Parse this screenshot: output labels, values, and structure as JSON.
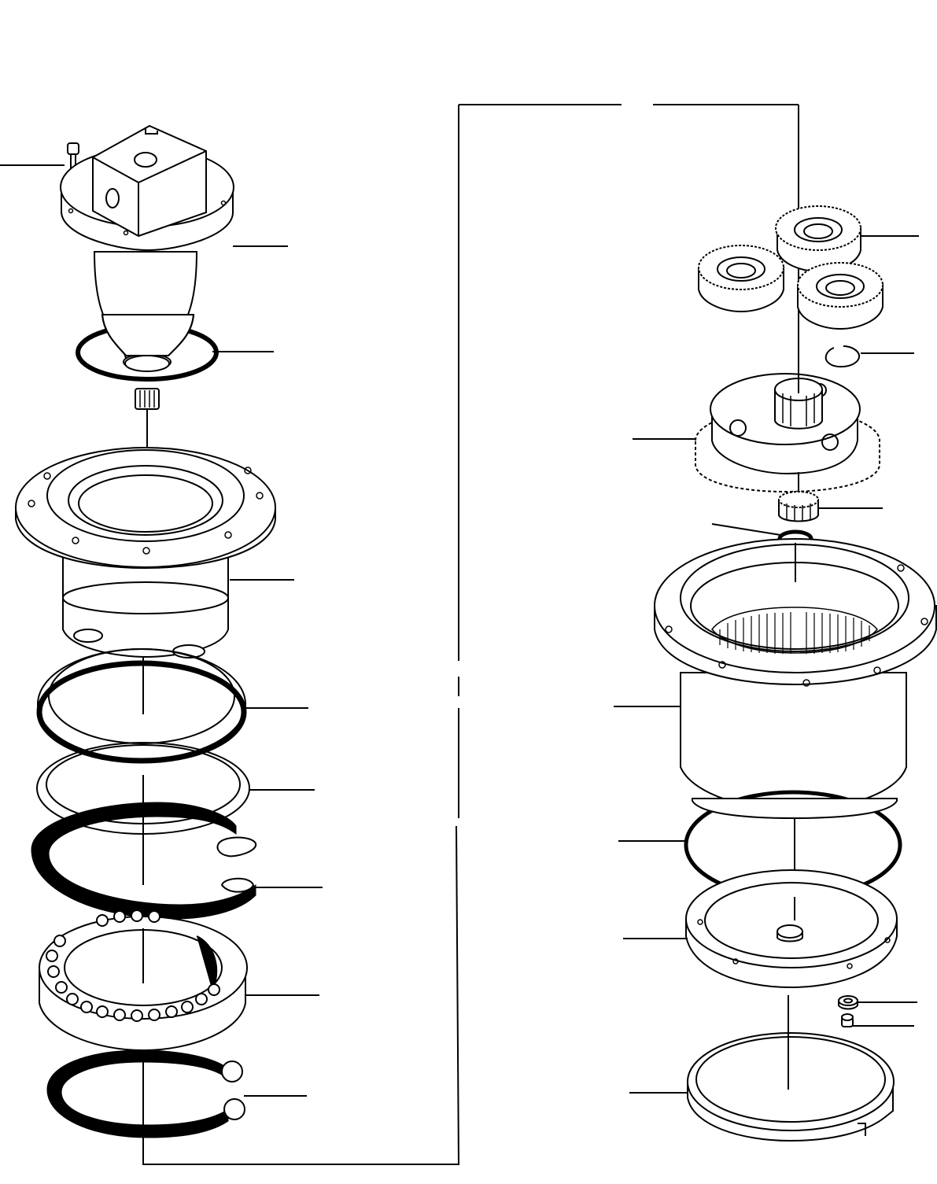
{
  "figure": {
    "kind": "exploded-view parts drawing",
    "left_assembly_parts": [
      "bolt",
      "hydraulic-motor",
      "motor-o-ring",
      "drive-shaft-spline",
      "reduction-housing",
      "seal-ring",
      "snap-ring",
      "retainer-ring",
      "ball-bearing",
      "thrust-ring"
    ],
    "right_assembly_parts": [
      "planet-gears",
      "circlip",
      "planet-carrier",
      "sun-gear",
      "thrust-washer",
      "ring-gear-housing",
      "housing-o-ring",
      "cover-plate",
      "washer",
      "plug",
      "split-ring"
    ],
    "colors": {
      "line": "#000000",
      "background": "#ffffff"
    }
  }
}
